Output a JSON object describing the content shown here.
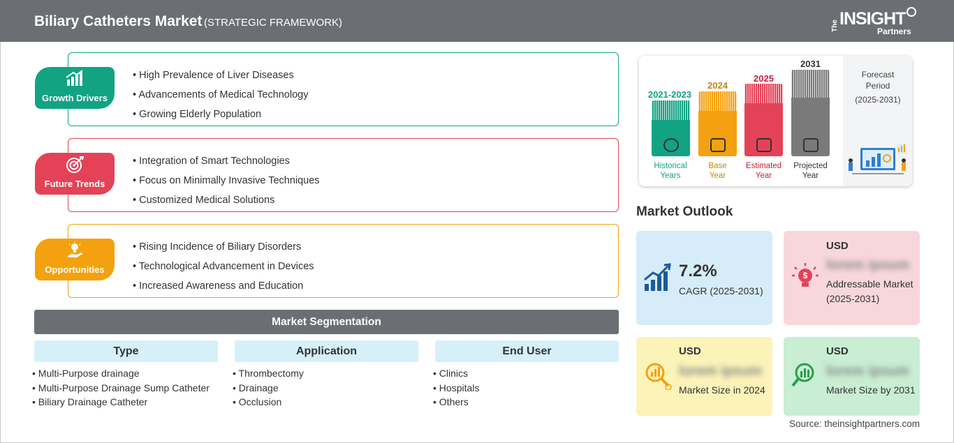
{
  "header": {
    "title": "Biliary Catheters Market",
    "subtitle": "(STRATEGIC FRAMEWORK)",
    "logo": {
      "the": "The",
      "insight": "INSIGHT",
      "partners": "Partners"
    }
  },
  "factors": {
    "growth": {
      "label": "Growth Drivers",
      "color": "#12a383",
      "items": [
        "High Prevalence of Liver Diseases",
        "Advancements of Medical Technology",
        "Growing Elderly Population"
      ]
    },
    "trends": {
      "label": "Future Trends",
      "color": "#e34257",
      "items": [
        "Integration of Smart Technologies",
        "Focus on Minimally Invasive Techniques",
        "Customized Medical Solutions"
      ]
    },
    "opportunities": {
      "label": "Opportunities",
      "color": "#f4a10f",
      "items": [
        "Rising Incidence of Biliary Disorders",
        "Technological Advancement in Devices",
        "Increased Awareness and Education"
      ]
    }
  },
  "segmentation": {
    "title": "Market Segmentation",
    "columns": [
      {
        "header": "Type",
        "items": [
          "Multi-Purpose drainage",
          "Multi-Purpose Drainage Sump Catheter",
          "Biliary Drainage Catheter"
        ]
      },
      {
        "header": "Application",
        "items": [
          "Thrombectomy",
          "Drainage",
          "Occlusion"
        ]
      },
      {
        "header": "End User",
        "items": [
          "Clinics",
          "Hospitals",
          "Others"
        ]
      }
    ]
  },
  "timeline": {
    "columns": [
      {
        "year": "2021-2023",
        "label_line1": "Historical",
        "label_line2": "Years",
        "color": "#12a383"
      },
      {
        "year": "2024",
        "label_line1": "Base",
        "label_line2": "Year",
        "color": "#f4a10f"
      },
      {
        "year": "2025",
        "label_line1": "Estimated",
        "label_line2": "Year",
        "color": "#e34257"
      },
      {
        "year": "2031",
        "label_line1": "Projected",
        "label_line2": "Year",
        "color": "#7a7a7a"
      }
    ],
    "forecast": {
      "title_line1": "Forecast",
      "title_line2": "Period",
      "range": "(2025-2031)"
    }
  },
  "outlook": {
    "title": "Market Outlook",
    "cagr": {
      "value": "7.2%",
      "label": "CAGR (2025-2031)"
    },
    "addressable": {
      "currency": "USD",
      "value": "lorem ipsum",
      "label": "Addressable Market (2025-2031)"
    },
    "size_2024": {
      "currency": "USD",
      "value": "lorem ipsum",
      "label": "Market Size in 2024"
    },
    "size_2031": {
      "currency": "USD",
      "value": "lorem ipsum",
      "label": "Market Size by 2031"
    }
  },
  "source": "Source: theinsightpartners.com"
}
